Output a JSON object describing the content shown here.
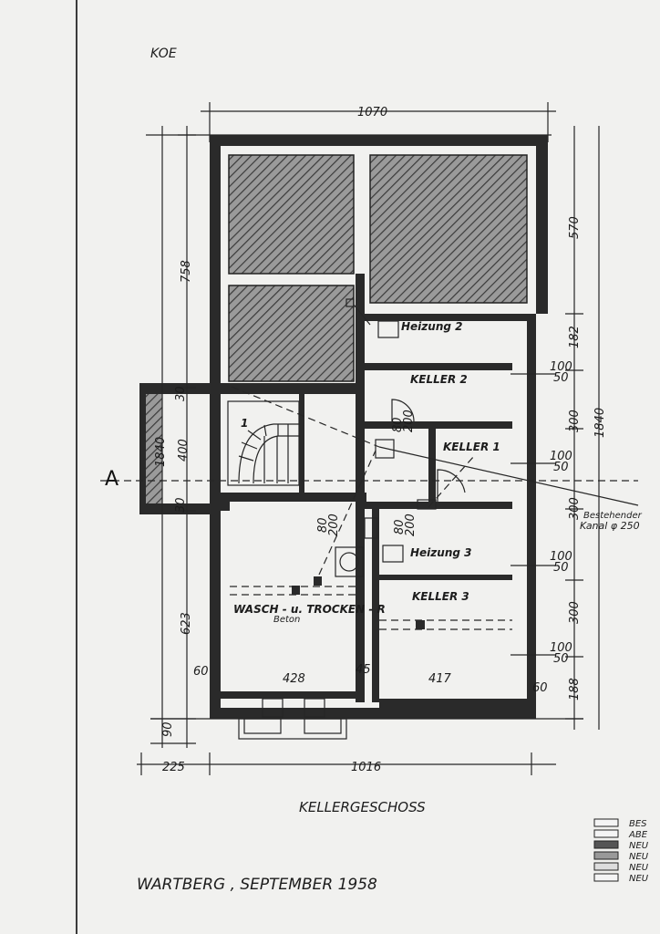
{
  "drawing": {
    "header_code": "KOE",
    "floor_title": "KELLERGESCHOSS",
    "place_date": "WARTBERG , SEPTEMBER 1958",
    "section_marker": "A"
  },
  "rooms": {
    "heizung2": "Heizung 2",
    "keller2": "KELLER 2",
    "keller1": "KELLER 1",
    "heizung3": "Heizung 3",
    "keller3": "KELLER 3",
    "wasch": "WASCH - u. TROCKEN - R",
    "beton": "Beton",
    "stair_no": "1"
  },
  "annotations": {
    "kanal_line1": "Bestehender",
    "kanal_line2": "Kanal φ 250"
  },
  "dimensions": {
    "top_width": "1070",
    "bottom_width": "1016",
    "bottom_offset": "225",
    "left_upper": "758",
    "left_lower": "623",
    "left_bottom": "90",
    "annex_total": "1840",
    "annex_top": "30",
    "annex_mid": "400",
    "annex_bot": "30",
    "right_total": "1840",
    "right_570": "570",
    "right_182": "182",
    "right_100a": "100",
    "right_50a": "50",
    "right_300a": "300",
    "right_100b": "100",
    "right_50b": "50",
    "right_300b": "300",
    "right_100c": "100",
    "right_50c": "50",
    "right_300c": "300",
    "right_100d": "100",
    "right_50d": "50",
    "right_188": "188",
    "room_428": "428",
    "room_417": "417",
    "wall_60_left": "60",
    "wall_45": "45",
    "wall_60_right": "60",
    "door_80_top": "80",
    "door_200_top": "200",
    "door_80_wasch": "80",
    "door_200_wasch": "200",
    "door_80_h3": "80",
    "door_200_h3": "200"
  },
  "legend": {
    "items": [
      "BES",
      "ABE",
      "NEU",
      "NEU",
      "NEU",
      "NEU"
    ]
  }
}
